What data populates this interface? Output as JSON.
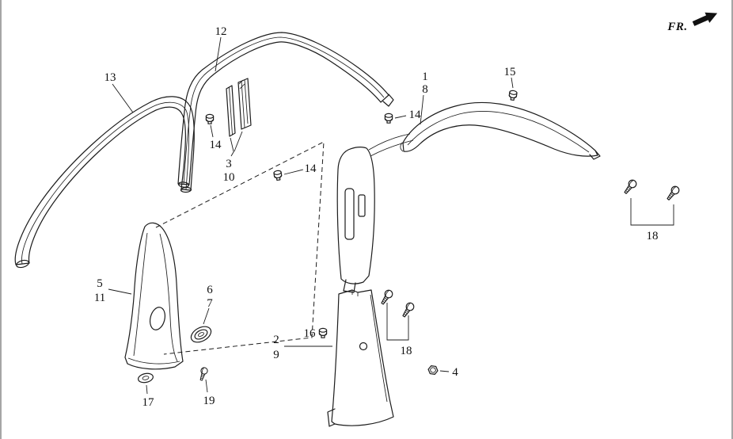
{
  "diagram": {
    "direction_indicator": "FR.",
    "callouts": {
      "c12": "12",
      "c13": "13",
      "c1": "1",
      "c8": "8",
      "c15": "15",
      "c14_roof": "14",
      "c14_sash": "14",
      "c14_belt": "14",
      "c3": "3",
      "c10": "10",
      "c5": "5",
      "c11": "11",
      "c6": "6",
      "c7": "7",
      "c2": "2",
      "c9": "9",
      "c16": "16",
      "c18_center": "18",
      "c18_right": "18",
      "c4": "4",
      "c17": "17",
      "c19": "19"
    }
  }
}
